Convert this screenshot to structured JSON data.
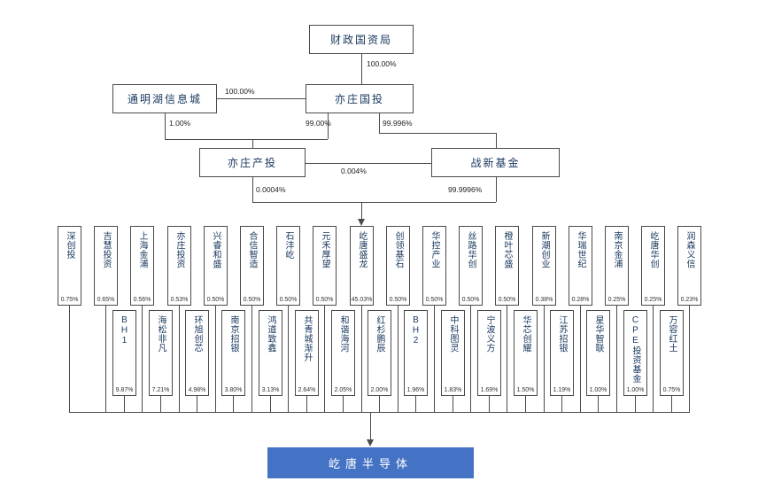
{
  "palette": {
    "line": "#4a4a4a",
    "label_text": "#16365c",
    "company_fill": "#4472c4",
    "company_text": "#ffffff"
  },
  "top_chart": {
    "fiscal_bureau": "财政国资局",
    "tongminghu": "通明湖信息城",
    "yizhuang_guotou": "亦庄国投",
    "yizhuang_chantou": "亦庄产投",
    "zhanxin_fund": "战新基金",
    "pct_bureau_to_guotou": "100.00%",
    "pct_guotou_to_tongminghu": "100.00%",
    "pct_tongminghu_to_chantou": "1.00%",
    "pct_guotou_to_chantou": "99.00%",
    "pct_guotou_to_zhanxin": "99.996%",
    "pct_chantou_to_zhanxin": "0.004%",
    "pct_chantou_down": "0.0004%",
    "pct_zhanxin_down": "99.9996%"
  },
  "shareholders": {
    "top": [
      {
        "name": "深创投",
        "pct": "0.75%"
      },
      {
        "name": "吉慧投资",
        "pct": "0.65%"
      },
      {
        "name": "上海金浦",
        "pct": "0.56%"
      },
      {
        "name": "亦庄投资",
        "pct": "0.53%"
      },
      {
        "name": "兴睿和盛",
        "pct": "0.50%"
      },
      {
        "name": "合信智造",
        "pct": "0.50%"
      },
      {
        "name": "石沣屹",
        "pct": "0.50%"
      },
      {
        "name": "元禾厚望",
        "pct": "0.50%"
      },
      {
        "name": "屹唐盛龙",
        "pct": "45.03%"
      },
      {
        "name": "创领基石",
        "pct": "0.50%"
      },
      {
        "name": "华控产业",
        "pct": "0.50%"
      },
      {
        "name": "丝路华创",
        "pct": "0.50%"
      },
      {
        "name": "橙叶芯盛",
        "pct": "0.50%"
      },
      {
        "name": "新潮创业",
        "pct": "0.38%"
      },
      {
        "name": "华瑞世纪",
        "pct": "0.28%"
      },
      {
        "name": "南京金浦",
        "pct": "0.25%"
      },
      {
        "name": "屹唐华创",
        "pct": "0.25%"
      },
      {
        "name": "润森义信",
        "pct": "0.23%"
      }
    ],
    "bottom": [
      {
        "name": "BH1",
        "pct": "9.87%"
      },
      {
        "name": "海松非凡",
        "pct": "7.21%"
      },
      {
        "name": "环旭创芯",
        "pct": "4.98%"
      },
      {
        "name": "南京招银",
        "pct": "3.80%"
      },
      {
        "name": "鸿道致鑫",
        "pct": "3.13%"
      },
      {
        "name": "共青城渐升",
        "pct": "2.64%"
      },
      {
        "name": "和谐海河",
        "pct": "2.05%"
      },
      {
        "name": "红杉鹏辰",
        "pct": "2.00%"
      },
      {
        "name": "BH2",
        "pct": "1.96%"
      },
      {
        "name": "中科图灵",
        "pct": "1.83%"
      },
      {
        "name": "宁波义方",
        "pct": "1.69%"
      },
      {
        "name": "华芯创耀",
        "pct": "1.50%"
      },
      {
        "name": "江苏招银",
        "pct": "1.19%"
      },
      {
        "name": "星华智联",
        "pct": "1.00%"
      },
      {
        "name": "CPE投资基金",
        "pct": "1.00%"
      },
      {
        "name": "万容红土",
        "pct": "0.75%"
      }
    ]
  },
  "company": {
    "name": "屹唐半导体"
  }
}
